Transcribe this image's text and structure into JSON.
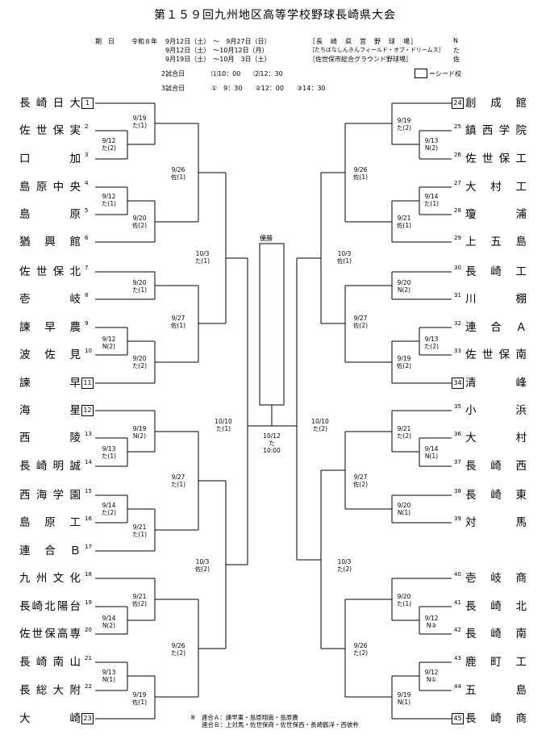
{
  "title": "第１５９回九州地区高等学校野球長崎県大会",
  "schedule": {
    "period_label": "期　日",
    "era": "令和８年",
    "rows": [
      {
        "dates": "9月12日（土）　～　9月27日（日）",
        "venue": "［長　崎　県　営　野　球　場］",
        "code": "N"
      },
      {
        "dates": "9月12日（土）　～10月12日（月）",
        "venue": "［たちばなしんきんフィールド・オブ・ドリームス］",
        "code": "た"
      },
      {
        "dates": "9月19日（土）　～10月　3日（土）",
        "venue": "［佐世保市総合グラウンド野球場］",
        "code": "佐"
      }
    ],
    "games2": {
      "label": "2試合日",
      "times": "⑴10：00　　⑵12：30"
    },
    "games3": {
      "label": "3試合日",
      "times": "①　9：30　　②12：00　　③14：30"
    },
    "seed_legend": "＝シード校"
  },
  "champion_label": "優勝",
  "final_match": {
    "date": "10/12",
    "venue": "た",
    "time": "10:00"
  },
  "left_teams": [
    {
      "num": "1",
      "name": "長崎日大",
      "seed": true
    },
    {
      "num": "2",
      "name": "佐世保実",
      "seed": false
    },
    {
      "num": "3",
      "name": "口加",
      "seed": false
    },
    {
      "num": "4",
      "name": "島原中央",
      "seed": false
    },
    {
      "num": "5",
      "name": "島原",
      "seed": false
    },
    {
      "num": "6",
      "name": "猶興館",
      "seed": false
    },
    {
      "num": "7",
      "name": "佐世保北",
      "seed": false
    },
    {
      "num": "8",
      "name": "壱岐",
      "seed": false
    },
    {
      "num": "9",
      "name": "諫早農",
      "seed": false
    },
    {
      "num": "10",
      "name": "波佐見",
      "seed": false
    },
    {
      "num": "11",
      "name": "諫早",
      "seed": true
    },
    {
      "num": "12",
      "name": "海星",
      "seed": true
    },
    {
      "num": "13",
      "name": "西陵",
      "seed": false
    },
    {
      "num": "14",
      "name": "長崎明誠",
      "seed": false
    },
    {
      "num": "15",
      "name": "西海学園",
      "seed": false
    },
    {
      "num": "16",
      "name": "島原工",
      "seed": false
    },
    {
      "num": "17",
      "name": "連合Ｂ",
      "seed": false
    },
    {
      "num": "18",
      "name": "九州文化",
      "seed": false
    },
    {
      "num": "19",
      "name": "長崎北陽台",
      "seed": false
    },
    {
      "num": "20",
      "name": "佐世保高専",
      "seed": false
    },
    {
      "num": "21",
      "name": "長崎南山",
      "seed": false
    },
    {
      "num": "22",
      "name": "長総大附",
      "seed": false
    },
    {
      "num": "23",
      "name": "大崎",
      "seed": true
    }
  ],
  "right_teams": [
    {
      "num": "24",
      "name": "創成館",
      "seed": true
    },
    {
      "num": "25",
      "name": "鎮西学院",
      "seed": false
    },
    {
      "num": "26",
      "name": "佐世保工",
      "seed": false
    },
    {
      "num": "27",
      "name": "大村工",
      "seed": false
    },
    {
      "num": "28",
      "name": "瓊浦",
      "seed": false
    },
    {
      "num": "29",
      "name": "上五島",
      "seed": false
    },
    {
      "num": "30",
      "name": "長崎工",
      "seed": false
    },
    {
      "num": "31",
      "name": "川棚",
      "seed": false
    },
    {
      "num": "32",
      "name": "連合Ａ",
      "seed": false
    },
    {
      "num": "33",
      "name": "佐世保南",
      "seed": false
    },
    {
      "num": "34",
      "name": "清峰",
      "seed": true
    },
    {
      "num": "35",
      "name": "小浜",
      "seed": false
    },
    {
      "num": "36",
      "name": "大村",
      "seed": false
    },
    {
      "num": "37",
      "name": "長崎西",
      "seed": false
    },
    {
      "num": "38",
      "name": "長崎東",
      "seed": false
    },
    {
      "num": "39",
      "name": "対馬",
      "seed": false
    },
    {
      "num": "40",
      "name": "壱岐商",
      "seed": false
    },
    {
      "num": "41",
      "name": "長崎北",
      "seed": false
    },
    {
      "num": "42",
      "name": "長崎南",
      "seed": false
    },
    {
      "num": "43",
      "name": "鹿町工",
      "seed": false
    },
    {
      "num": "44",
      "name": "五島",
      "seed": false
    },
    {
      "num": "45",
      "name": "長崎商",
      "seed": true
    }
  ],
  "matches": [
    {
      "date": "9/19",
      "sub": "た(1)"
    },
    {
      "date": "9/12",
      "sub": "た(2)"
    },
    {
      "date": "9/26",
      "sub": "佐(1)"
    },
    {
      "date": "9/12",
      "sub": "た(1)"
    },
    {
      "date": "9/20",
      "sub": "佐(2)"
    },
    {
      "date": "10/3",
      "sub": "た(1)"
    },
    {
      "date": "9/20",
      "sub": "た(1)"
    },
    {
      "date": "9/27",
      "sub": "佐(1)"
    },
    {
      "date": "9/12",
      "sub": "N(2)"
    },
    {
      "date": "9/20",
      "sub": "た(2)"
    },
    {
      "date": "10/10",
      "sub": "た(1)"
    },
    {
      "date": "9/19",
      "sub": "N(2)"
    },
    {
      "date": "9/13",
      "sub": "た(1)"
    },
    {
      "date": "9/27",
      "sub": "た(1)"
    },
    {
      "date": "9/14",
      "sub": "た(2)"
    },
    {
      "date": "9/21",
      "sub": "た(1)"
    },
    {
      "date": "10/3",
      "sub": "佐(2)"
    },
    {
      "date": "9/21",
      "sub": "佐(2)"
    },
    {
      "date": "9/14",
      "sub": "N(2)"
    },
    {
      "date": "9/26",
      "sub": "た(2)"
    },
    {
      "date": "9/13",
      "sub": "N(1)"
    },
    {
      "date": "9/19",
      "sub": "佐(1)"
    },
    {
      "date": "9/19",
      "sub": "た(2)"
    },
    {
      "date": "9/13",
      "sub": "N(2)"
    },
    {
      "date": "9/26",
      "sub": "佐(1)"
    },
    {
      "date": "9/14",
      "sub": "た(1)"
    },
    {
      "date": "9/21",
      "sub": "佐(1)"
    },
    {
      "date": "10/3",
      "sub": "佐(1)"
    },
    {
      "date": "9/20",
      "sub": "N(2)"
    },
    {
      "date": "9/27",
      "sub": "佐(2)"
    },
    {
      "date": "9/13",
      "sub": "た(2)"
    },
    {
      "date": "9/19",
      "sub": "佐(2)"
    },
    {
      "date": "10/10",
      "sub": "た(2)"
    },
    {
      "date": "9/21",
      "sub": "た(2)"
    },
    {
      "date": "9/14",
      "sub": "N(1)"
    },
    {
      "date": "9/27",
      "sub": "佐(2)"
    },
    {
      "date": "9/20",
      "sub": "N(1)"
    },
    {
      "date": "10/3",
      "sub": "た(2)"
    },
    {
      "date": "9/20",
      "sub": "た(1)"
    },
    {
      "date": "9/12",
      "sub": "N③"
    },
    {
      "date": "9/26",
      "sub": "た(2)"
    },
    {
      "date": "9/12",
      "sub": "N①"
    },
    {
      "date": "9/19",
      "sub": "N(1)"
    }
  ],
  "notes": [
    "※　連合Ａ：諫早東・島原翔南・島原農",
    "連合Ｂ：上対馬・佐世保商・佐世保西・長崎鶴洋・西彼杵"
  ]
}
